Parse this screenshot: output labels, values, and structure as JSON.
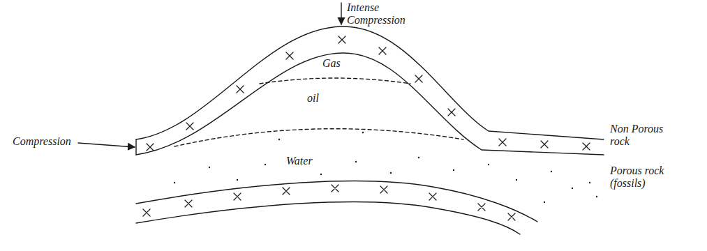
{
  "diagram": {
    "labels": [
      "Intense Compression",
      "Compression",
      "Gas",
      "oil",
      "Water",
      "Non Porous rock",
      "Porous rock (fossils)"
    ]
  }
}
